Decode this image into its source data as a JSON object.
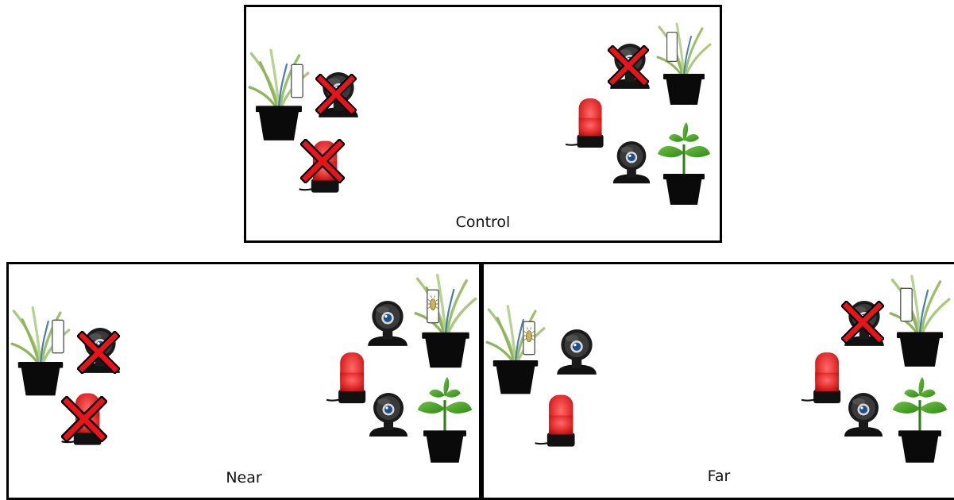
{
  "panels": {
    "control": {
      "label": "Control"
    },
    "near": {
      "label": "Near"
    },
    "far": {
      "label": "Far"
    }
  },
  "colors": {
    "border": "#000000",
    "cross": "#e8141c",
    "light_red": "#e02a2a",
    "pot": "#0a0a0a",
    "grass": "#9bbf6a",
    "seedling": "#3f9a22"
  },
  "icons": [
    "grass-plant-icon",
    "seedling-plant-icon",
    "webcam-icon",
    "red-light-icon",
    "cross-mark-icon",
    "sticky-trap-icon",
    "insect-icon"
  ]
}
